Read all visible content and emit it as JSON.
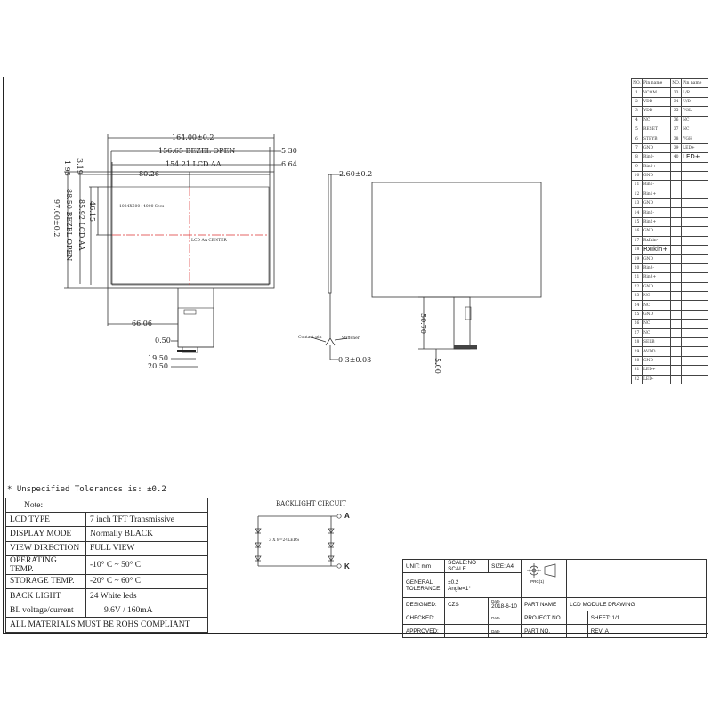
{
  "front_view": {
    "dims": {
      "outline_width": "164.00±0.2",
      "bezel_open_width": "156.65 BEZEL OPEN",
      "lcd_aa_width": "154.21 LCD AA",
      "right_offset_1": "5.30",
      "right_offset_2": "6.64",
      "center_x": "80.26",
      "left_offset_1": "1.95",
      "left_offset_2": "3.19",
      "center_y": "46.15",
      "lcd_aa_height": "85.92 LCD AA",
      "bezel_open_height": "88.50 BEZEL OPEN",
      "outline_height": "97.00±0.2",
      "fpc_offset": "66.06",
      "fpc_pitch": "0.50",
      "fpc_width_1": "19.50",
      "fpc_width_2": "20.50"
    },
    "panel_label": "1024X600+4000 Sccs",
    "center_label": "LCD AA CENTER"
  },
  "side_view": {
    "thickness": "2.60±0.2",
    "fpc_thickness": "0.3±0.03",
    "note_left": "Contact pin",
    "note_right": "Stiffener"
  },
  "back_view": {
    "fpc_length": "50.70",
    "fpc_tail": "5.00"
  },
  "pin_table": {
    "header": [
      "NO.",
      "Pin name",
      "NO.",
      "Pin name"
    ],
    "left": [
      [
        "1",
        "VCOM"
      ],
      [
        "2",
        "VDD"
      ],
      [
        "3",
        "VDD"
      ],
      [
        "4",
        "NC"
      ],
      [
        "5",
        "RESET"
      ],
      [
        "6",
        "STBYB"
      ],
      [
        "7",
        "GND"
      ],
      [
        "8",
        "Rin0-"
      ],
      [
        "9",
        "Rin0+"
      ],
      [
        "10",
        "GND"
      ],
      [
        "11",
        "Rin1-"
      ],
      [
        "12",
        "Rin1+"
      ],
      [
        "13",
        "GND"
      ],
      [
        "14",
        "Rin2-"
      ],
      [
        "15",
        "Rin2+"
      ],
      [
        "16",
        "GND"
      ],
      [
        "17",
        "RxIkin-"
      ],
      [
        "18",
        "RxIkin+"
      ],
      [
        "19",
        "GND"
      ],
      [
        "20",
        "Rin3-"
      ],
      [
        "21",
        "Rin3+"
      ],
      [
        "22",
        "GND"
      ],
      [
        "23",
        "NC"
      ],
      [
        "24",
        "NC"
      ],
      [
        "25",
        "GND"
      ],
      [
        "26",
        "NC"
      ],
      [
        "27",
        "NC"
      ],
      [
        "28",
        "SELB"
      ],
      [
        "29",
        "AVDD"
      ],
      [
        "30",
        "GND"
      ],
      [
        "31",
        "LED+"
      ],
      [
        "32",
        "LED-"
      ]
    ],
    "right": [
      [
        "33",
        "L/R"
      ],
      [
        "34",
        "U/D"
      ],
      [
        "35",
        "VGL"
      ],
      [
        "36",
        "NC"
      ],
      [
        "37",
        "NC"
      ],
      [
        "38",
        "VGH"
      ],
      [
        "39",
        "LED+"
      ],
      [
        "40",
        "LED+"
      ]
    ]
  },
  "tolerance_note": "* Unspecified Tolerances is: ±0.2",
  "notes_table": {
    "title": "Note:",
    "rows": [
      [
        "LCD TYPE",
        "7 inch TFT Transmissive"
      ],
      [
        "DISPLAY MODE",
        "Normally BLACK"
      ],
      [
        "VIEW DIRECTION",
        "FULL VIEW"
      ],
      [
        "OPERATING TEMP.",
        "-10° C ~ 50° C"
      ],
      [
        "STORAGE TEMP.",
        "-20° C ~ 60° C"
      ],
      [
        "BACK LIGHT",
        "24 White leds"
      ],
      [
        "BL voltage/current",
        "9.6V / 160mA"
      ]
    ],
    "footer": "ALL MATERIALS MUST BE ROHS COMPLIANT"
  },
  "backlight": {
    "title": "BACKLIGHT CIRCUIT",
    "label": "3 X 8=24LEDS",
    "anode": "A",
    "cathode": "K"
  },
  "title_block": {
    "unit": "UNIT: mm",
    "scale": "SCALE:NO SCALE",
    "size": "SIZE: A4",
    "general_tolerance_label": "GENERAL TOLERANCE:",
    "tolerance_value": "±0.2",
    "angle": "Angle=1°",
    "projection": "PRC(1)",
    "designed_label": "DESIGNED:",
    "designer": "CZS",
    "date_label": "Date",
    "date": "2018-6-10",
    "checked_label": "CHECKED:",
    "approved_label": "APPROVED:",
    "part_name_label": "PART NAME",
    "part_name": "LCD MODULE DRAWING",
    "project_no_label": "PROJECT NO.",
    "part_no_label": "PART NO.",
    "sheet": "SHEET: 1/1",
    "rev": "REV: A"
  }
}
